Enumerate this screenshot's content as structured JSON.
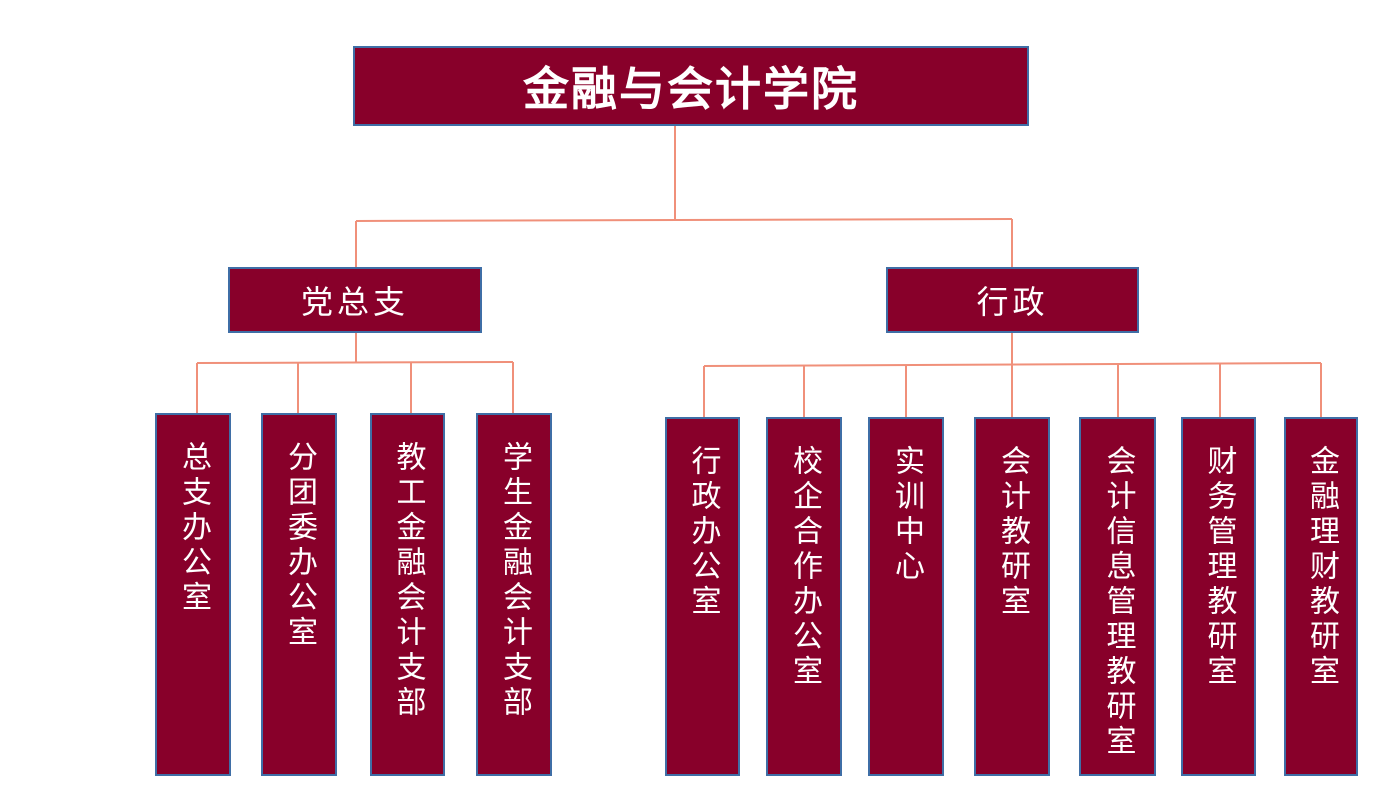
{
  "root": {
    "label": "金融与会计学院"
  },
  "branches": [
    {
      "label": "党总支",
      "children": [
        "总支办公室",
        "分团委办公室",
        "教工金融会计支部",
        "学生金融会计支部"
      ]
    },
    {
      "label": "行政",
      "children": [
        "行政办公室",
        "校企合作办公室",
        "实训中心",
        "会计教研室",
        "会计信息管理教研室",
        "财务管理教研室",
        "金融理财教研室"
      ]
    }
  ],
  "colors": {
    "box_fill": "#88002a",
    "box_border": "#3f6ea6",
    "connector": "#f0907a",
    "text": "#ffffff"
  }
}
